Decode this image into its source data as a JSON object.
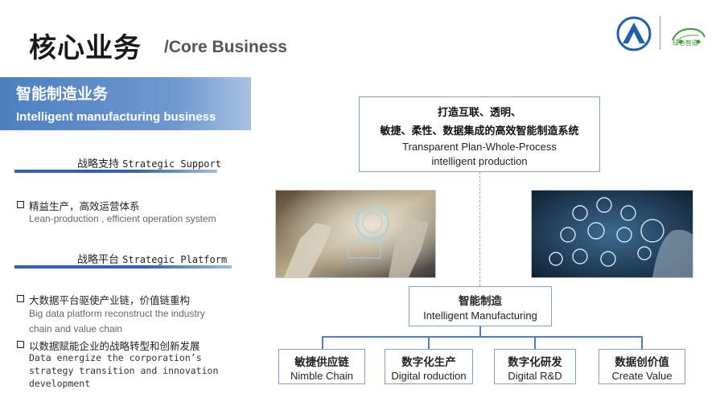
{
  "header": {
    "title_cn": "核心业务",
    "title_en": "/Core Business",
    "logo_right_text": "绿色智造"
  },
  "left": {
    "section_cn": "智能制造业务",
    "section_en": "Intelligent manufacturing business",
    "support": {
      "title_cn": "战略支持",
      "title_en": "Strategic Support",
      "bullets": [
        {
          "cn": "精益生产，高效运营体系",
          "en": "Lean-production , efficient operation system"
        }
      ]
    },
    "platform": {
      "title_cn": "战略平台",
      "title_en": "Strategic Platform",
      "bullets": [
        {
          "cn": "大数据平台驱使产业链，价值链重构",
          "en1": "Big data platform reconstruct the industry",
          "en2": "chain and value chain"
        },
        {
          "cn": "以数据赋能企业的战略转型和创新发展",
          "en1": "Data energize the corporation’s",
          "en2": "strategy transition and innovation",
          "en3": "development"
        }
      ]
    }
  },
  "diagram": {
    "top": {
      "line1": "打造互联、透明、",
      "line2": "敏捷、柔性、数据集成的高效智能制造系统",
      "line3": "Transparent Plan-Whole-Process",
      "line4": "intelligent production"
    },
    "middle": {
      "cn": "智能制造",
      "en": "Intelligent Manufacturing"
    },
    "leaves": [
      {
        "cn": "敏捷供应链",
        "en": "Nimble Chain"
      },
      {
        "cn": "数字化生产",
        "en": "Digital roduction"
      },
      {
        "cn": "数字化研发",
        "en": "Digital R&D"
      },
      {
        "cn": "数据创价值",
        "en": "Create Value"
      }
    ]
  },
  "colors": {
    "accent": "#4d7fc0",
    "box_border": "#7aa2d4",
    "logo_blue": "#1f5fb0",
    "logo_green": "#3a9c3a"
  },
  "icons": [
    "company-logo-icon",
    "green-car-logo-icon",
    "robot-arm-photo",
    "tech-icons-photo"
  ]
}
